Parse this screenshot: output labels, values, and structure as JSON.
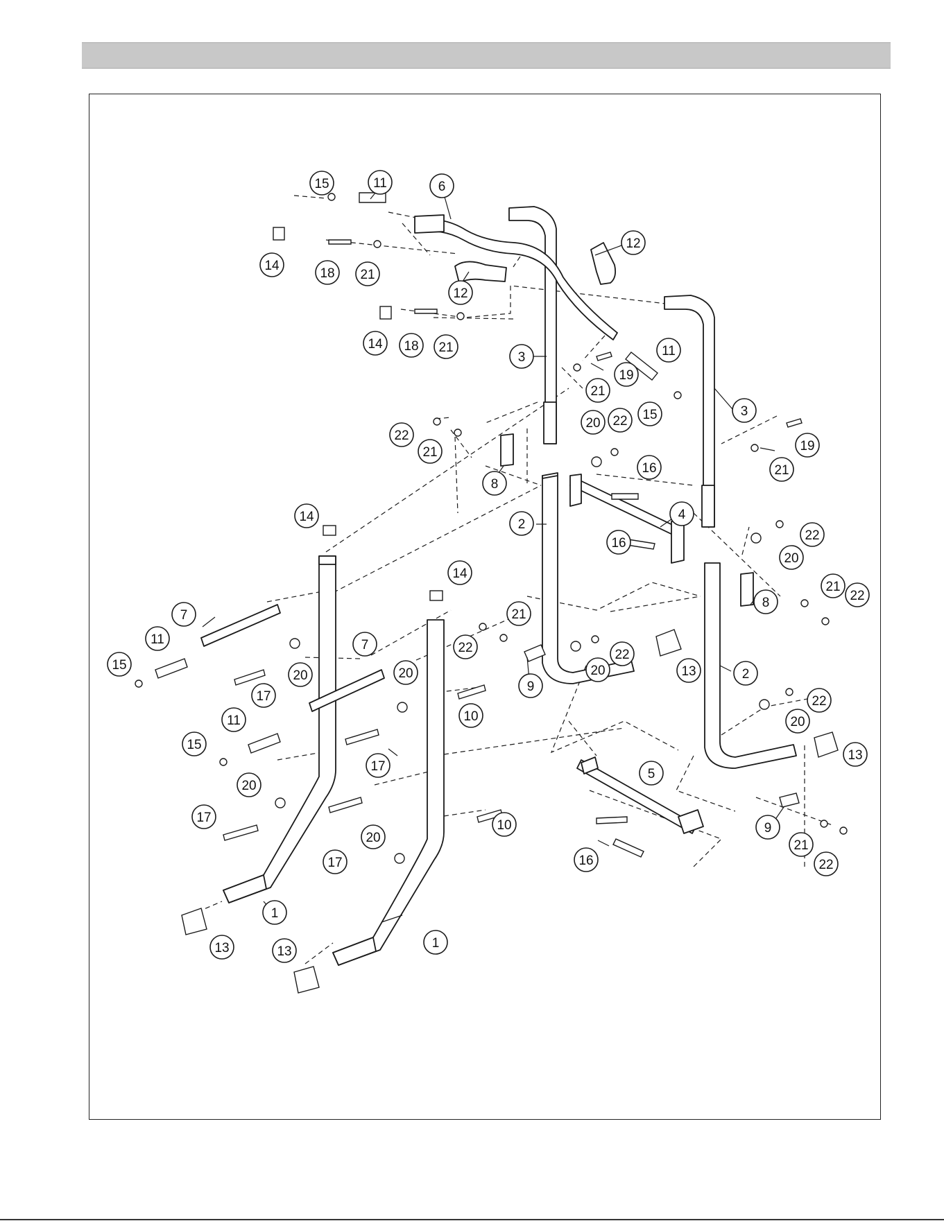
{
  "header": {
    "title": ""
  },
  "callouts": [
    {
      "label": "15"
    },
    {
      "label": "11"
    },
    {
      "label": "6"
    },
    {
      "label": "12"
    },
    {
      "label": "14"
    },
    {
      "label": "18"
    },
    {
      "label": "21"
    },
    {
      "label": "12"
    },
    {
      "label": "14"
    },
    {
      "label": "18"
    },
    {
      "label": "21"
    },
    {
      "label": "3"
    },
    {
      "label": "19"
    },
    {
      "label": "21"
    },
    {
      "label": "11"
    },
    {
      "label": "15"
    },
    {
      "label": "3"
    },
    {
      "label": "22"
    },
    {
      "label": "21"
    },
    {
      "label": "20"
    },
    {
      "label": "22"
    },
    {
      "label": "19"
    },
    {
      "label": "21"
    },
    {
      "label": "8"
    },
    {
      "label": "16"
    },
    {
      "label": "4"
    },
    {
      "label": "2"
    },
    {
      "label": "16"
    },
    {
      "label": "14"
    },
    {
      "label": "22"
    },
    {
      "label": "20"
    },
    {
      "label": "21"
    },
    {
      "label": "22"
    },
    {
      "label": "8"
    },
    {
      "label": "14"
    },
    {
      "label": "7"
    },
    {
      "label": "11"
    },
    {
      "label": "21"
    },
    {
      "label": "22"
    },
    {
      "label": "20"
    },
    {
      "label": "22"
    },
    {
      "label": "13"
    },
    {
      "label": "15"
    },
    {
      "label": "7"
    },
    {
      "label": "9"
    },
    {
      "label": "2"
    },
    {
      "label": "17"
    },
    {
      "label": "20"
    },
    {
      "label": "20"
    },
    {
      "label": "22"
    },
    {
      "label": "11"
    },
    {
      "label": "10"
    },
    {
      "label": "20"
    },
    {
      "label": "15"
    },
    {
      "label": "17"
    },
    {
      "label": "13"
    },
    {
      "label": "5"
    },
    {
      "label": "20"
    },
    {
      "label": "17"
    },
    {
      "label": "10"
    },
    {
      "label": "9"
    },
    {
      "label": "20"
    },
    {
      "label": "21"
    },
    {
      "label": "17"
    },
    {
      "label": "16"
    },
    {
      "label": "22"
    },
    {
      "label": "1"
    },
    {
      "label": "13"
    },
    {
      "label": "1"
    },
    {
      "label": "13"
    }
  ]
}
